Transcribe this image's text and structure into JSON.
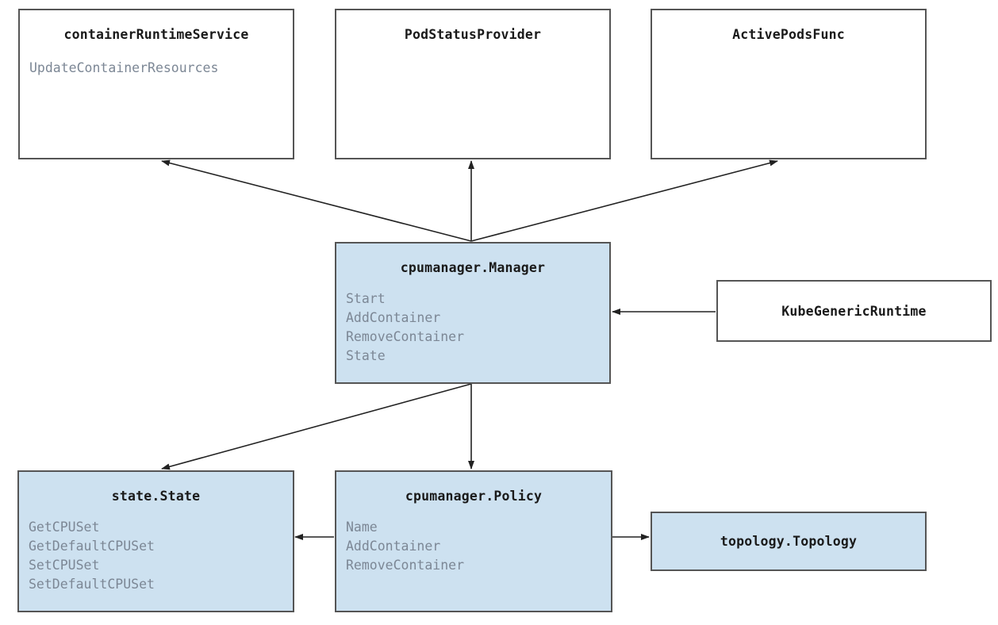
{
  "diagram": {
    "type": "uml-class-diagram",
    "colors": {
      "node_fill_highlight": "#cde1f0",
      "node_fill_plain": "#ffffff",
      "node_border": "#555555",
      "title_text": "#1a1a1a",
      "method_text": "#7c8795",
      "edge_stroke": "#222222",
      "background": "#ffffff"
    },
    "nodes": [
      {
        "id": "containerRuntimeService",
        "title": "containerRuntimeService",
        "filled": false,
        "methods": [
          "UpdateContainerResources"
        ]
      },
      {
        "id": "podStatusProvider",
        "title": "PodStatusProvider",
        "filled": false,
        "methods": []
      },
      {
        "id": "activePodsFunc",
        "title": "ActivePodsFunc",
        "filled": false,
        "methods": []
      },
      {
        "id": "cpumanagerManager",
        "title": "cpumanager.Manager",
        "filled": true,
        "methods": [
          "Start",
          "AddContainer",
          "RemoveContainer",
          "State"
        ]
      },
      {
        "id": "kubeGenericRuntime",
        "title": "KubeGenericRuntime",
        "filled": false,
        "methods": []
      },
      {
        "id": "stateState",
        "title": "state.State",
        "filled": true,
        "methods": [
          "GetCPUSet",
          "GetDefaultCPUSet",
          "SetCPUSet",
          "SetDefaultCPUSet"
        ]
      },
      {
        "id": "cpumanagerPolicy",
        "title": "cpumanager.Policy",
        "filled": true,
        "methods": [
          "Name",
          "AddContainer",
          "RemoveContainer"
        ]
      },
      {
        "id": "topologyTopology",
        "title": "topology.Topology",
        "filled": true,
        "methods": []
      }
    ],
    "edges": [
      {
        "from": "cpumanagerManager",
        "to": "containerRuntimeService",
        "arrow": "to"
      },
      {
        "from": "cpumanagerManager",
        "to": "podStatusProvider",
        "arrow": "to"
      },
      {
        "from": "cpumanagerManager",
        "to": "activePodsFunc",
        "arrow": "to"
      },
      {
        "from": "kubeGenericRuntime",
        "to": "cpumanagerManager",
        "arrow": "to"
      },
      {
        "from": "cpumanagerManager",
        "to": "stateState",
        "arrow": "to"
      },
      {
        "from": "cpumanagerManager",
        "to": "cpumanagerPolicy",
        "arrow": "to"
      },
      {
        "from": "cpumanagerPolicy",
        "to": "stateState",
        "arrow": "to"
      },
      {
        "from": "cpumanagerPolicy",
        "to": "topologyTopology",
        "arrow": "to"
      }
    ]
  }
}
